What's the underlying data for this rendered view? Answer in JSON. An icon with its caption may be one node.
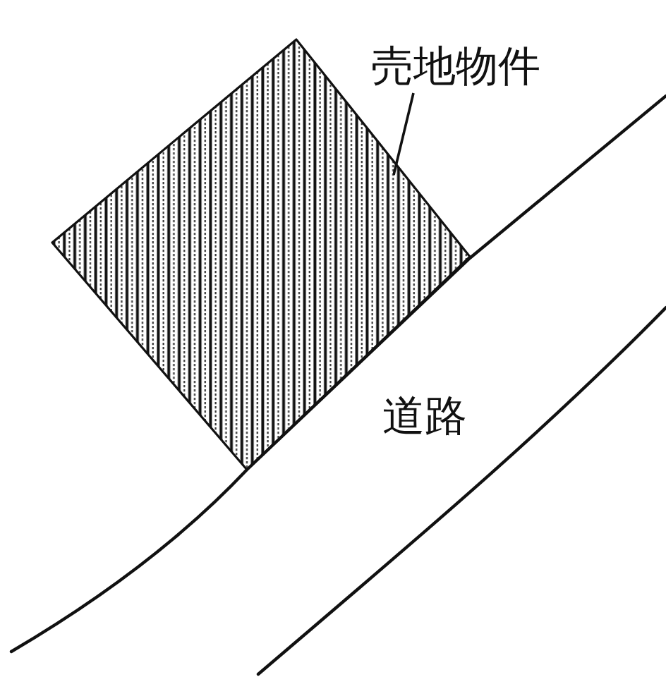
{
  "diagram": {
    "nodes": [
      {
        "text": [
          "売地物件"
        ]
      },
      {
        "text": [],
        "shape": "box"
      }
    ],
    "edges": [
      {
        "from": 0,
        "to": 1,
        "arrow": "none"
      }
    ],
    "labels": [
      "道路"
    ]
  }
}
